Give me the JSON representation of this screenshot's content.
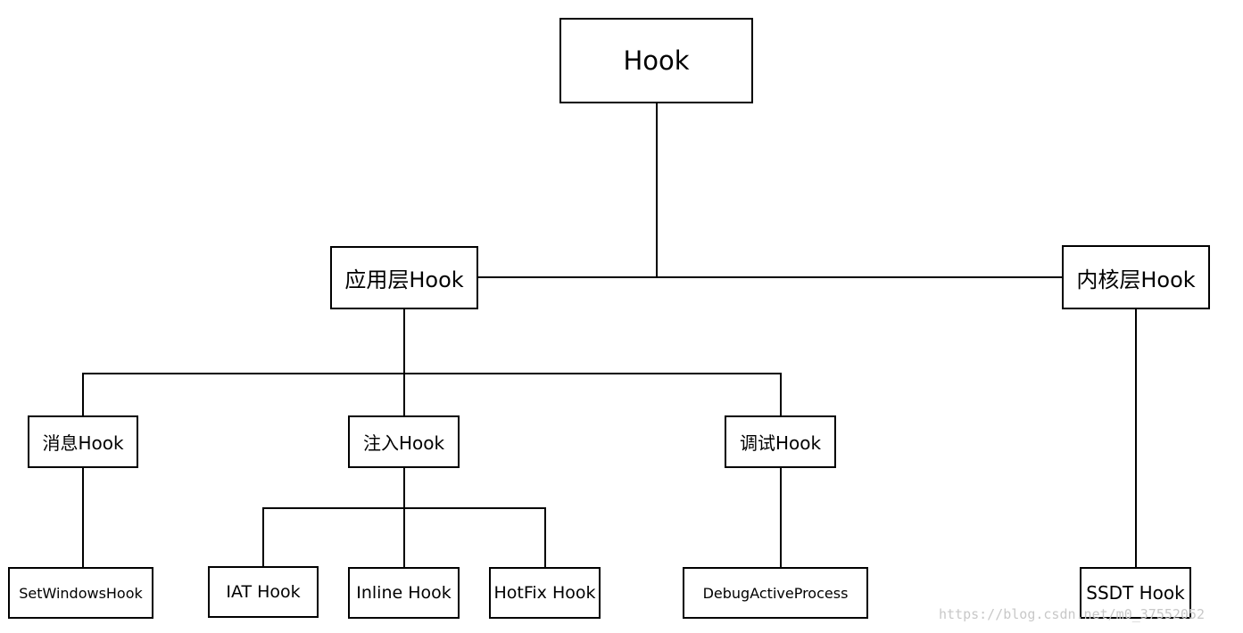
{
  "nodes": {
    "root": "Hook",
    "app_layer": "应用层Hook",
    "kernel_layer": "内核层Hook",
    "message_hook": "消息Hook",
    "inject_hook": "注入Hook",
    "debug_hook": "调试Hook",
    "set_windows_hook": "SetWindowsHook",
    "iat_hook": "IAT Hook",
    "inline_hook": "Inline Hook",
    "hotfix_hook": "HotFix Hook",
    "debug_active_process": "DebugActiveProcess",
    "ssdt_hook": "SSDT Hook"
  },
  "watermark": "https://blog.csdn.net/m0_37552052"
}
